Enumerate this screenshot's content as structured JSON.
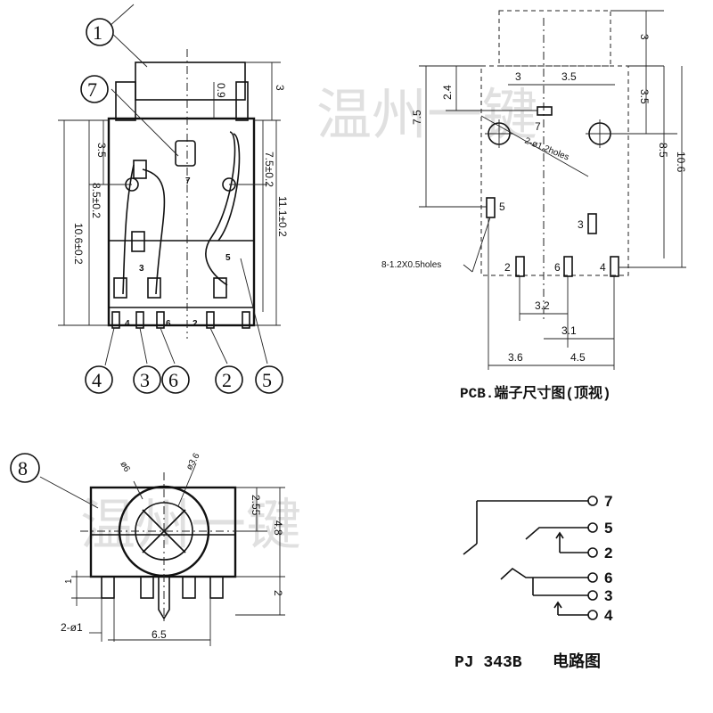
{
  "watermark": "温州一键",
  "views": {
    "front": {
      "callouts": [
        "1",
        "7",
        "4",
        "3",
        "6",
        "2",
        "5"
      ],
      "dims": {
        "d09": "0.9",
        "d3": "3",
        "d35": "3.5",
        "d85": "8.5±0.2",
        "d106": "10.6±0.2",
        "d75": "7.5±0.2",
        "d111": "11.1±0.2"
      },
      "pins": {
        "p7": "7",
        "p3": "3",
        "p4": "4",
        "p6": "6",
        "p2": "2",
        "p5": "5"
      }
    },
    "pcb": {
      "title": "PCB.端子尺寸图(顶视)",
      "dims": {
        "top3": "3",
        "r35": "3.5",
        "h3": "3",
        "h35": "3.5",
        "d24": "2.4",
        "d75": "7.5",
        "d85": "8.5",
        "d106": "10.6",
        "d32": "3.2",
        "d31": "3.1",
        "d36": "3.6",
        "d45": "4.5"
      },
      "holes_note": "2-ø1.2holes",
      "pad_note": "8-1.2X0.5holes",
      "pins": {
        "p7": "7",
        "p5": "5",
        "p3": "3",
        "p2": "2",
        "p6": "6",
        "p4": "4"
      }
    },
    "side": {
      "callout": "8",
      "dims": {
        "phi6": "ø6",
        "phi36": "ø3.6",
        "d255": "2.55",
        "d48": "4.8",
        "d1": "1",
        "d2": "2",
        "d2phi1": "2-ø1",
        "d65": "6.5"
      }
    },
    "schematic": {
      "title": "PJ 343B",
      "subtitle": "电路图",
      "pins": [
        "7",
        "5",
        "2",
        "6",
        "3",
        "4"
      ]
    }
  }
}
